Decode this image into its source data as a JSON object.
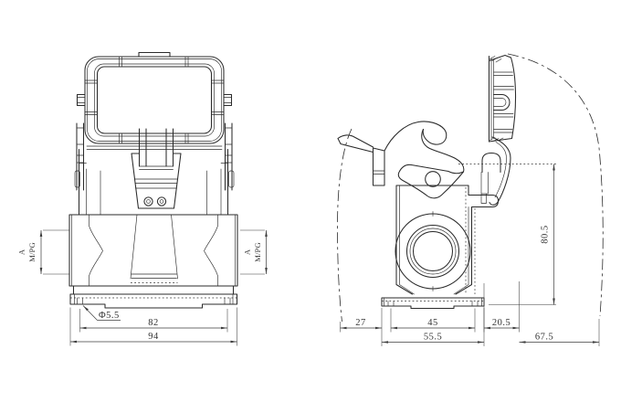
{
  "colors": {
    "background": "#ffffff",
    "line": "#2b2b2b",
    "dim": "#3d3d3d",
    "text": "#333333"
  },
  "drawing": {
    "type": "technical-drawing",
    "subject": "heavy-duty-connector-housing-two-views",
    "dimensions": {
      "front_port_a_left": "A",
      "front_port_thread_left": "M/PG",
      "front_port_a_right": "A",
      "front_port_thread_right": "M/PG",
      "front_hole_diameter": "Φ5.5",
      "front_hole_spacing": "82",
      "front_overall_width": "94",
      "side_lever_clearance": "27",
      "side_hole_spacing": "45",
      "side_lid_offset": "20.5",
      "side_flange_width": "55.5",
      "side_lid_swing": "67.5",
      "side_height": "80.5"
    }
  }
}
